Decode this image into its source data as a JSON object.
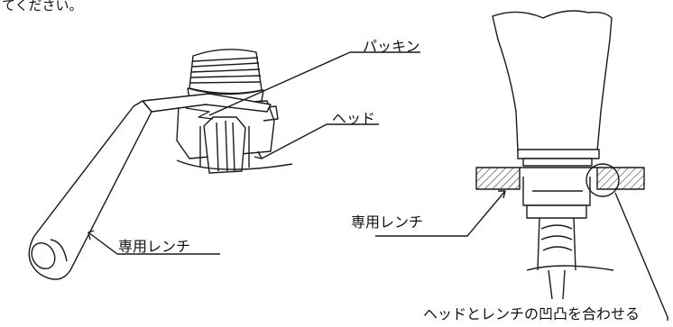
{
  "top_fragment": "てください。",
  "labels": {
    "packing": "パッキン",
    "head": "ヘッド",
    "wrench_left": "専用レンチ",
    "wrench_right": "専用レンチ",
    "align_note": "ヘッドとレンチの凹凸を合わせる"
  },
  "colors": {
    "line": "#1a1a1a",
    "hatch": "#1a1a1a",
    "background": "#ffffff"
  }
}
